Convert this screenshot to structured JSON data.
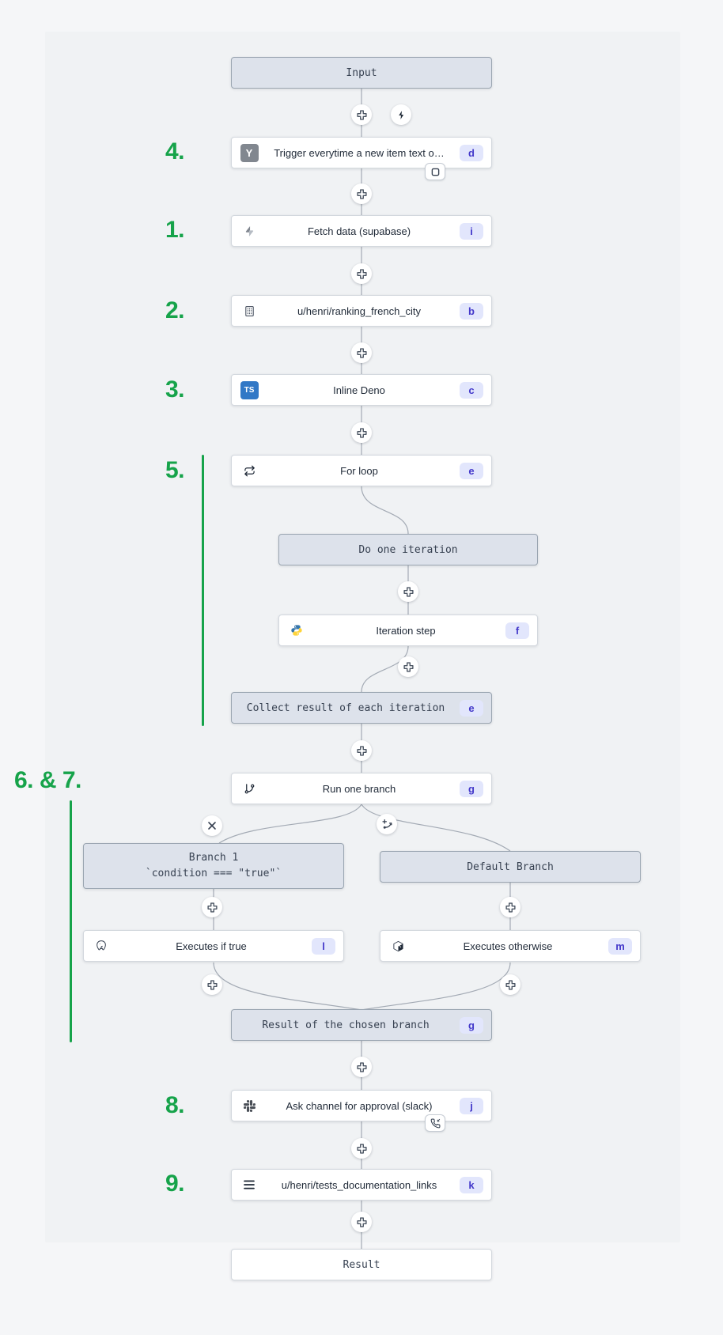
{
  "colors": {
    "accent_green": "#16a34a",
    "badge_bg": "#e2e6fc",
    "badge_text": "#4338ca",
    "header_node_bg": "#dde2eb",
    "node_bg": "#ffffff",
    "connector": "#a3aab4",
    "canvas_bg": "#f0f2f4"
  },
  "step_labels": {
    "n1": "1.",
    "n2": "2.",
    "n3": "3.",
    "n4": "4.",
    "n5": "5.",
    "n67": "6. & 7.",
    "n8": "8.",
    "n9": "9."
  },
  "icon_chars": {
    "hackernews": "Y",
    "typescript": "TS"
  },
  "nodes": {
    "input": {
      "label": "Input"
    },
    "trigger": {
      "label": "Trigger everytime a new item text o…",
      "badge": "d",
      "icon": "hackernews-icon"
    },
    "fetch_data": {
      "label": "Fetch data (supabase)",
      "badge": "i",
      "icon": "supabase-icon"
    },
    "ranking": {
      "label": "u/henri/ranking_french_city",
      "badge": "b",
      "icon": "building-icon"
    },
    "inline_deno": {
      "label": "Inline Deno",
      "badge": "c",
      "icon": "typescript-icon"
    },
    "for_loop": {
      "label": "For loop",
      "badge": "e",
      "icon": "loop-icon"
    },
    "do_iteration": {
      "label": "Do one iteration"
    },
    "iteration_step": {
      "label": "Iteration step",
      "badge": "f",
      "icon": "python-icon"
    },
    "collect": {
      "label": "Collect result of each iteration",
      "badge": "e"
    },
    "run_branch": {
      "label": "Run one branch",
      "badge": "g",
      "icon": "git-branch-icon"
    },
    "branch1": {
      "title": "Branch 1",
      "condition": "`condition === \"true\"`"
    },
    "default_branch": {
      "label": "Default Branch"
    },
    "exec_true": {
      "label": "Executes if true",
      "badge": "l",
      "icon": "postgresql-icon"
    },
    "exec_otherwise": {
      "label": "Executes otherwise",
      "badge": "m",
      "icon": "cube-icon"
    },
    "result_branch": {
      "label": "Result of the chosen branch",
      "badge": "g"
    },
    "slack_approval": {
      "label": "Ask channel for approval (slack)",
      "badge": "j",
      "icon": "slack-icon"
    },
    "docs": {
      "label": "u/henri/tests_documentation_links",
      "badge": "k",
      "icon": "menu-icon"
    },
    "result": {
      "label": "Result"
    }
  }
}
